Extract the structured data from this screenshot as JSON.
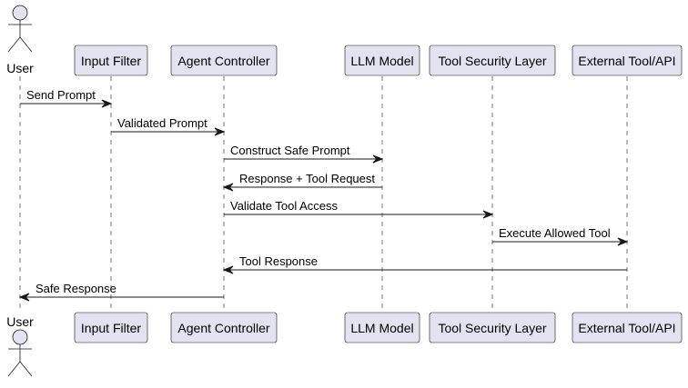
{
  "diagram": {
    "type": "sequence",
    "participants": [
      {
        "id": "user",
        "kind": "actor",
        "label": "User"
      },
      {
        "id": "input_filter",
        "kind": "participant",
        "label": "Input Filter"
      },
      {
        "id": "agent_controller",
        "kind": "participant",
        "label": "Agent Controller"
      },
      {
        "id": "llm_model",
        "kind": "participant",
        "label": "LLM Model"
      },
      {
        "id": "tool_security_layer",
        "kind": "participant",
        "label": "Tool Security Layer"
      },
      {
        "id": "external_tool_api",
        "kind": "participant",
        "label": "External Tool/API"
      }
    ],
    "messages": [
      {
        "from": "user",
        "to": "input_filter",
        "label": "Send Prompt"
      },
      {
        "from": "input_filter",
        "to": "agent_controller",
        "label": "Validated Prompt"
      },
      {
        "from": "agent_controller",
        "to": "llm_model",
        "label": "Construct Safe Prompt"
      },
      {
        "from": "llm_model",
        "to": "agent_controller",
        "label": "Response + Tool Request"
      },
      {
        "from": "agent_controller",
        "to": "tool_security_layer",
        "label": "Validate Tool Access"
      },
      {
        "from": "tool_security_layer",
        "to": "external_tool_api",
        "label": "Execute Allowed Tool"
      },
      {
        "from": "external_tool_api",
        "to": "agent_controller",
        "label": "Tool Response"
      },
      {
        "from": "agent_controller",
        "to": "user",
        "label": "Safe Response"
      }
    ]
  }
}
